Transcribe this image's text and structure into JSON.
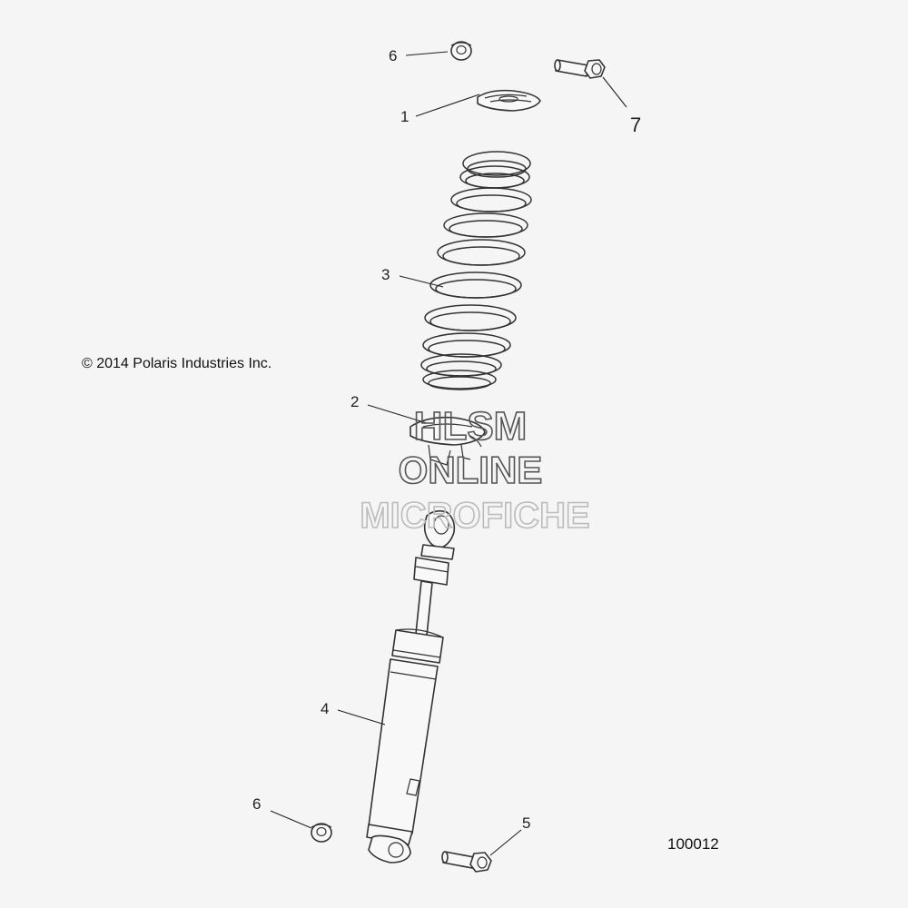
{
  "diagram": {
    "copyright": "© 2014 Polaris Industries Inc.",
    "figure_number": "100012",
    "watermark": {
      "line1": "HLSM",
      "line2": "ONLINE",
      "line3": "MICROFICHE",
      "color_dark": "#555555",
      "color_light": "#bbbbbb"
    },
    "callouts": {
      "c1": "1",
      "c2": "2",
      "c3": "3",
      "c4": "4",
      "c5": "5",
      "c6_top": "6",
      "c6_bottom": "6",
      "c7": "7"
    },
    "parts": [
      {
        "id": "1",
        "name": "spring-retainer-top"
      },
      {
        "id": "2",
        "name": "spring-retainer-bottom"
      },
      {
        "id": "3",
        "name": "coil-spring"
      },
      {
        "id": "4",
        "name": "shock-absorber"
      },
      {
        "id": "5",
        "name": "bolt-lower"
      },
      {
        "id": "6",
        "name": "flange-nut"
      },
      {
        "id": "7",
        "name": "bolt-upper"
      }
    ]
  }
}
